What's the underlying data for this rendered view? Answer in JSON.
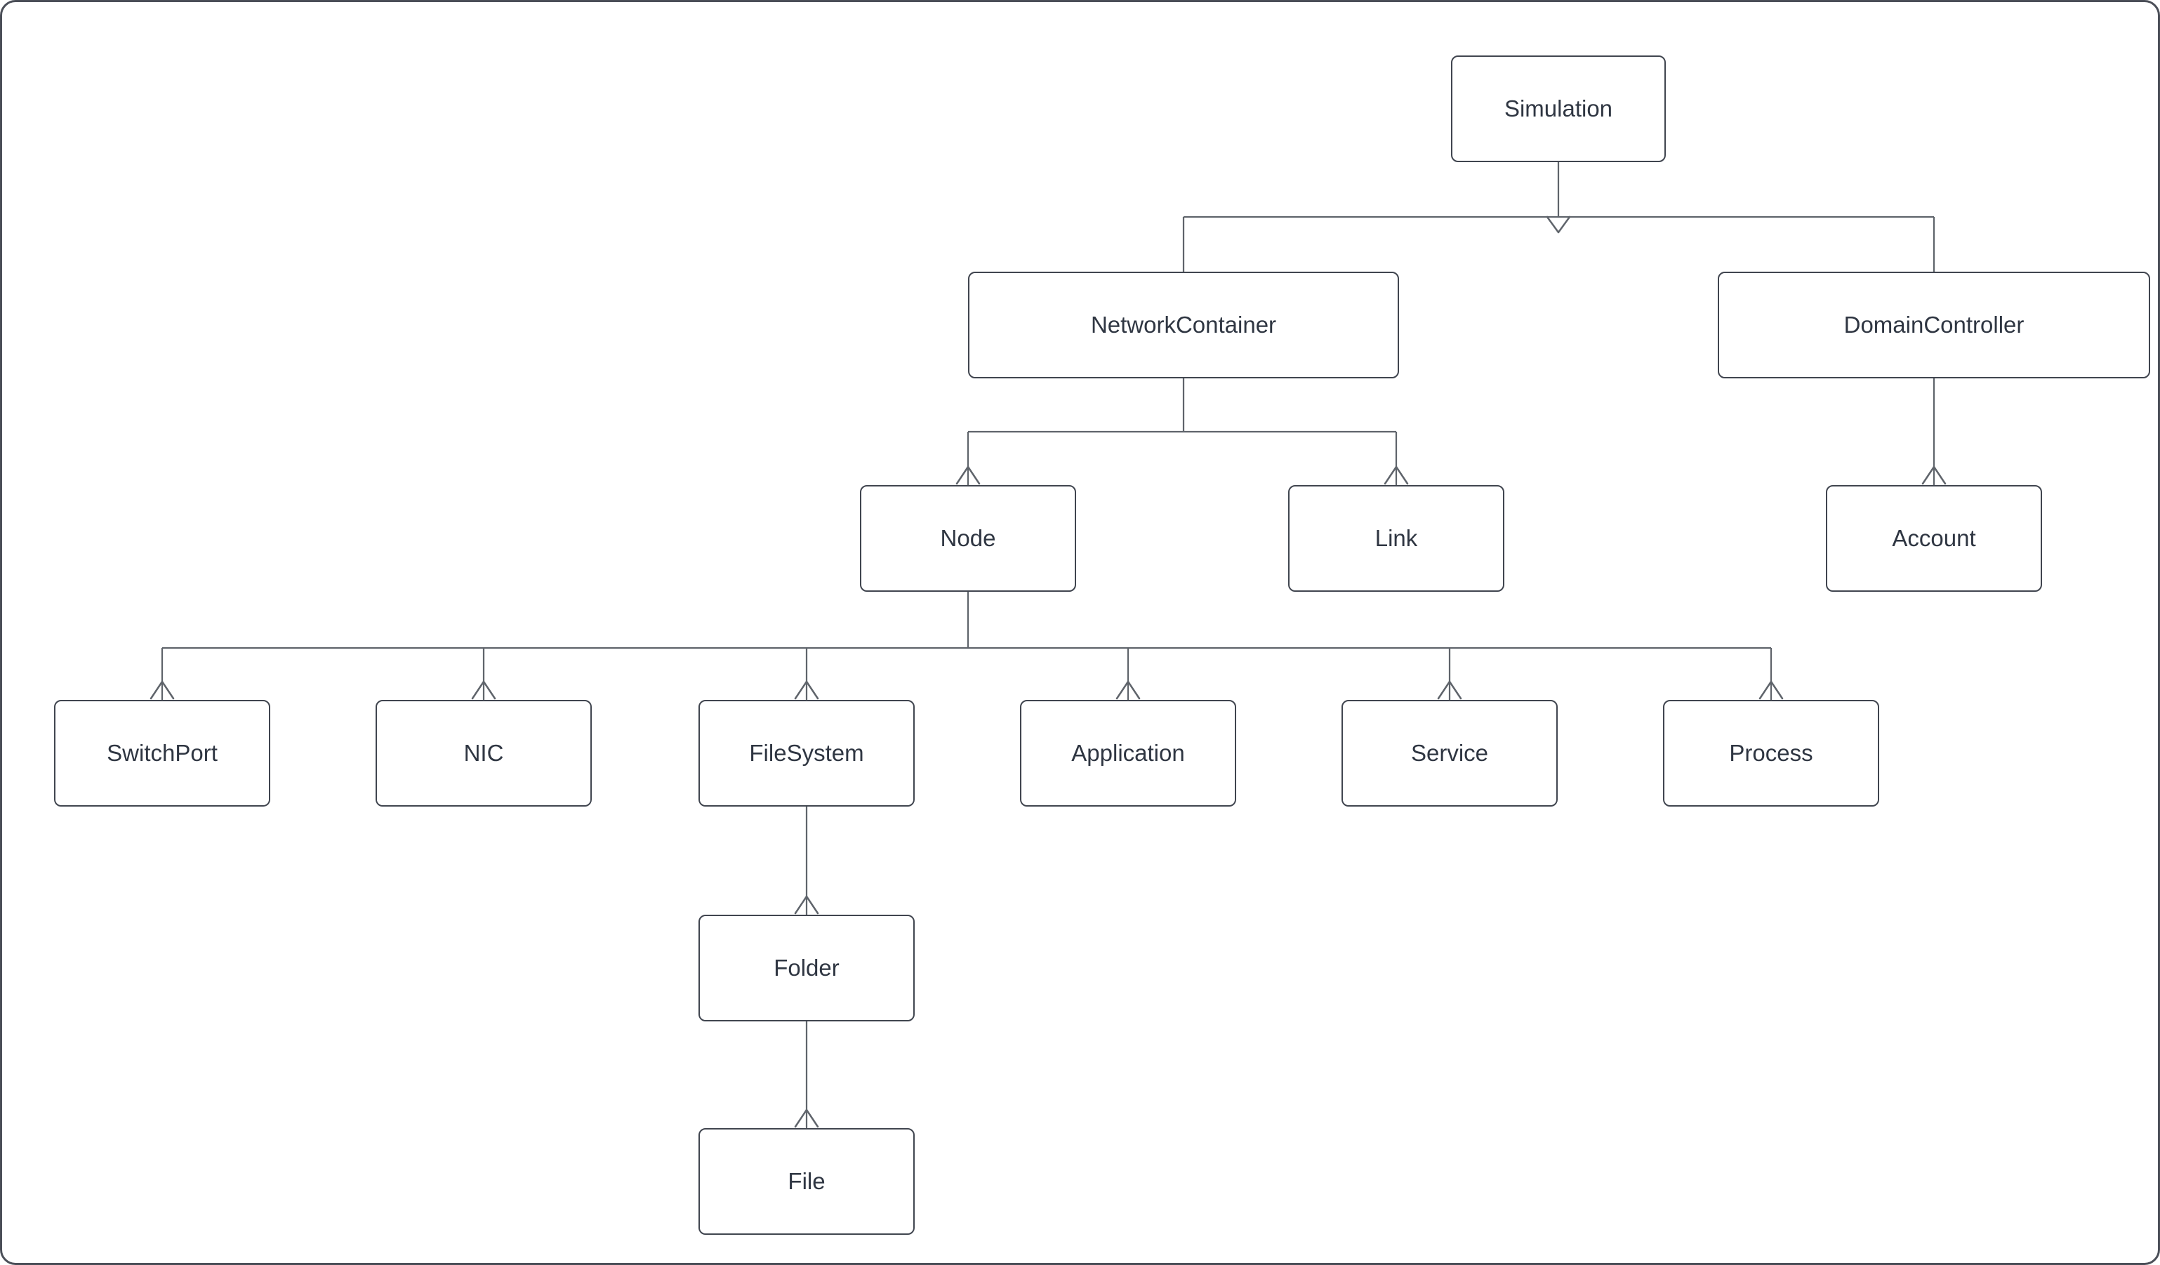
{
  "diagram": {
    "type": "tree-hierarchy",
    "nodes": [
      {
        "id": "simulation",
        "label": "Simulation"
      },
      {
        "id": "network_container",
        "label": "NetworkContainer"
      },
      {
        "id": "domain_controller",
        "label": "DomainController"
      },
      {
        "id": "node",
        "label": "Node"
      },
      {
        "id": "link",
        "label": "Link"
      },
      {
        "id": "account",
        "label": "Account"
      },
      {
        "id": "switch_port",
        "label": "SwitchPort"
      },
      {
        "id": "nic",
        "label": "NIC"
      },
      {
        "id": "file_system",
        "label": "FileSystem"
      },
      {
        "id": "application",
        "label": "Application"
      },
      {
        "id": "service",
        "label": "Service"
      },
      {
        "id": "process",
        "label": "Process"
      },
      {
        "id": "folder",
        "label": "Folder"
      },
      {
        "id": "file",
        "label": "File"
      }
    ],
    "edges": [
      {
        "from": "Simulation",
        "to": "NetworkContainer"
      },
      {
        "from": "Simulation",
        "to": "DomainController"
      },
      {
        "from": "NetworkContainer",
        "to": "Node"
      },
      {
        "from": "NetworkContainer",
        "to": "Link"
      },
      {
        "from": "DomainController",
        "to": "Account"
      },
      {
        "from": "Node",
        "to": "SwitchPort"
      },
      {
        "from": "Node",
        "to": "NIC"
      },
      {
        "from": "Node",
        "to": "FileSystem"
      },
      {
        "from": "Node",
        "to": "Application"
      },
      {
        "from": "Node",
        "to": "Service"
      },
      {
        "from": "Node",
        "to": "Process"
      },
      {
        "from": "FileSystem",
        "to": "Folder"
      },
      {
        "from": "Folder",
        "to": "File"
      }
    ]
  },
  "colors": {
    "background": "#ffffff",
    "frame": "#4b4f58",
    "box_border": "#40454f",
    "connector": "#5f646b",
    "text": "#2f3642"
  }
}
